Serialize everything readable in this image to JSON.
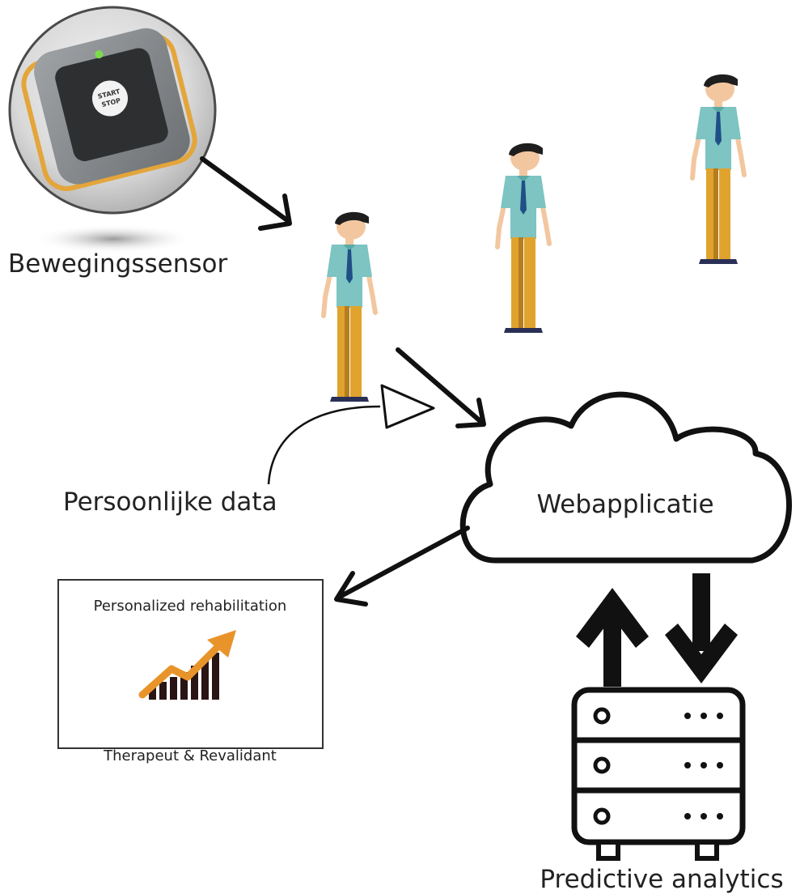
{
  "labels": {
    "sensor": "Bewegingssensor",
    "personal_data": "Persoonlijke data",
    "webapp": "Webapplicatie",
    "predictive": "Predictive analytics"
  },
  "sensor_device": {
    "button_text_line1": "START",
    "button_text_line2": "STOP"
  },
  "rehab_card": {
    "title": "Personalized rehabilitation",
    "subtitle": "Therapeut & Revalidant"
  },
  "colors": {
    "shirt": "#7dc4c2",
    "pants": "#e0a32e",
    "pants_shade": "#b57d1e",
    "skin": "#f2c7a0",
    "hair": "#1e1e1e",
    "tie": "#1f4f86",
    "arrow": "#111111",
    "growth_arrow": "#e8942a",
    "bars": "#2a1414",
    "sensor_band": "#e4a53a"
  },
  "icons": [
    "motion-sensor-icon",
    "person-icon",
    "cloud-icon",
    "growth-chart-icon",
    "server-icon"
  ]
}
